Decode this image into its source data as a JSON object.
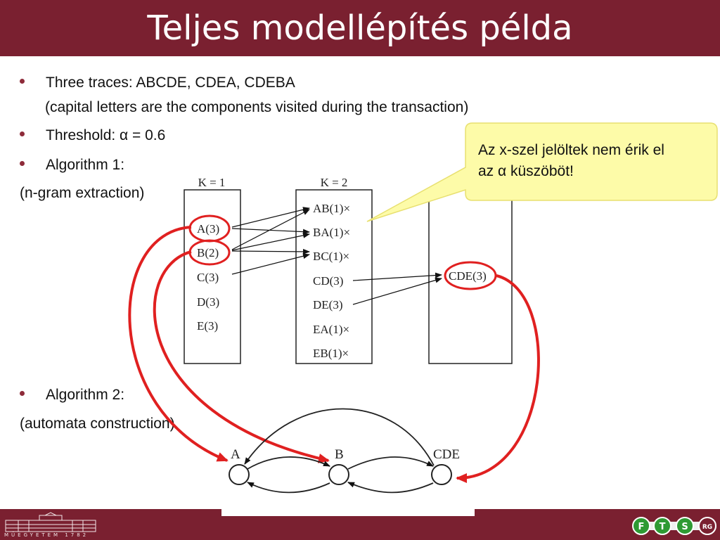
{
  "slide": {
    "title": "Teljes modellépítés példa",
    "bullets": [
      {
        "line1": "Three traces: ABCDE, CDEA, CDEBA",
        "line2": "(capital letters are the components visited during the transaction)"
      },
      {
        "line1": "Threshold: α = 0.6"
      },
      {
        "line1": "Algorithm 1:"
      }
    ],
    "algo1_sub": "(n-gram extraction)",
    "algo2_label": "Algorithm 2:",
    "algo2_sub": "(automata construction)",
    "callout": {
      "line1": "Az x-szel jelöltek nem érik el",
      "line2": "az α küszöböt!"
    }
  },
  "diagram": {
    "k1_header": "K = 1",
    "k2_header": "K = 2",
    "k1_items": [
      "A(3)",
      "B(2)",
      "C(3)",
      "D(3)",
      "E(3)"
    ],
    "k2_items": [
      "AB(1)×",
      "BA(1)×",
      "BC(1)×",
      "CD(3)",
      "DE(3)",
      "EA(1)×",
      "EB(1)×"
    ],
    "k3_items": [
      "CDE(3)"
    ],
    "automaton_states": [
      "A",
      "B",
      "CDE"
    ]
  },
  "footer": {
    "university_caption": "MŰEGYETEM 1782",
    "badges": [
      "F",
      "T",
      "S",
      "RG"
    ]
  },
  "colors": {
    "title_bar": "#7a2030",
    "highlight_red": "#e02020",
    "callout_fill": "#fdfba8",
    "badge_green": "#2e9a33"
  }
}
